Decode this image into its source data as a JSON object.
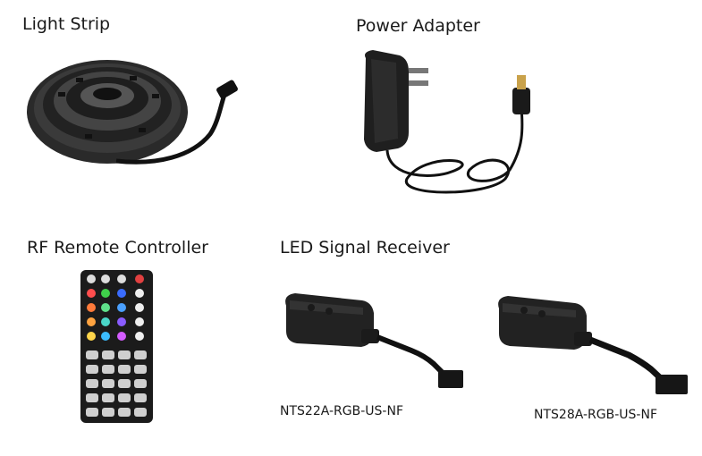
{
  "items": {
    "light_strip": {
      "label": "Light Strip"
    },
    "power_adapter": {
      "label": "Power Adapter"
    },
    "remote": {
      "label": "RF Remote Controller"
    },
    "receiver": {
      "label": "LED Signal Receiver",
      "models": [
        "NTS22A-RGB-US-NF",
        "NTS28A-RGB-US-NF"
      ]
    }
  },
  "colors": {
    "product_black": "#1c1c1c",
    "text": "#1a1a1a"
  }
}
